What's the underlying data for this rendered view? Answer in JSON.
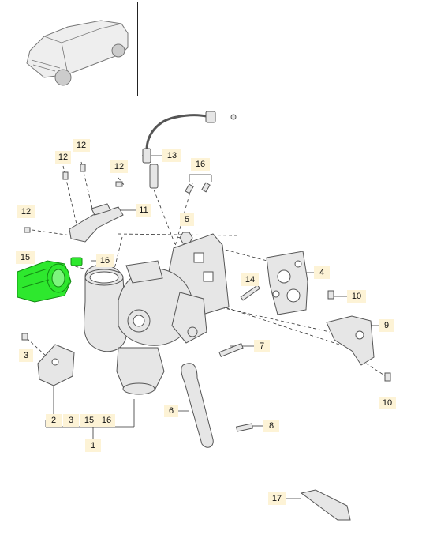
{
  "diagram": {
    "colors": {
      "part_fill": "#e6e6e6",
      "part_stroke": "#555555",
      "highlight_fill": "#2ee82e",
      "highlight_stroke": "#138a13",
      "label_bg": "#fdf3d6",
      "leader": "#333333",
      "car_fill": "#eeeeee",
      "car_stroke": "#777777"
    },
    "labels": [
      {
        "id": "c1",
        "text": "12"
      },
      {
        "id": "c2",
        "text": "12"
      },
      {
        "id": "c3",
        "text": "12"
      },
      {
        "id": "c4",
        "text": "12"
      },
      {
        "id": "c5",
        "text": "13"
      },
      {
        "id": "c6",
        "text": "16"
      },
      {
        "id": "c7",
        "text": "11"
      },
      {
        "id": "c8",
        "text": "5"
      },
      {
        "id": "c9",
        "text": "15"
      },
      {
        "id": "c10",
        "text": "16"
      },
      {
        "id": "c11",
        "text": "4"
      },
      {
        "id": "c12",
        "text": "14"
      },
      {
        "id": "c13",
        "text": "10"
      },
      {
        "id": "c14",
        "text": "9"
      },
      {
        "id": "c15",
        "text": "3"
      },
      {
        "id": "c16",
        "text": "7"
      },
      {
        "id": "c17",
        "text": "10"
      },
      {
        "id": "c18",
        "text": "6"
      },
      {
        "id": "c19",
        "text": "2"
      },
      {
        "id": "c20",
        "text": "3"
      },
      {
        "id": "c21",
        "text": "15"
      },
      {
        "id": "c22",
        "text": "16"
      },
      {
        "id": "c23",
        "text": "8"
      },
      {
        "id": "c24",
        "text": "1"
      },
      {
        "id": "c25",
        "text": "17"
      }
    ]
  }
}
